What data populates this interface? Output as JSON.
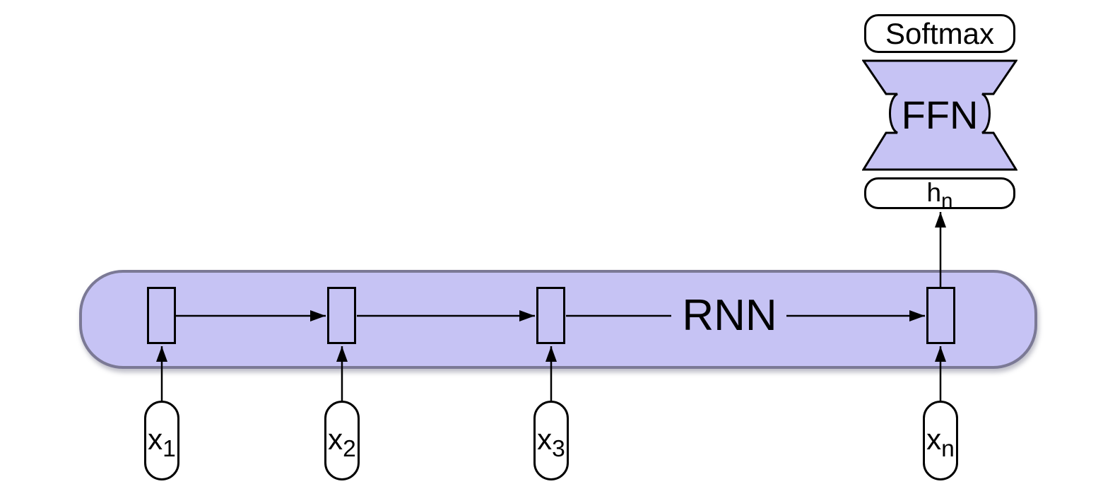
{
  "diagram": {
    "rnn_module": {
      "label": "RNN"
    },
    "inputs": [
      {
        "base": "x",
        "sub": "1"
      },
      {
        "base": "x",
        "sub": "2"
      },
      {
        "base": "x",
        "sub": "3"
      },
      {
        "base": "x",
        "sub": "n"
      }
    ],
    "hidden_state": {
      "base": "h",
      "sub": "n"
    },
    "ffn": {
      "label": "FFN"
    },
    "softmax": {
      "label": "Softmax"
    },
    "colors": {
      "module_fill": "#c6c3f4",
      "module_border": "#7b7995",
      "node_fill": "#ffffff",
      "stroke": "#000000"
    }
  }
}
